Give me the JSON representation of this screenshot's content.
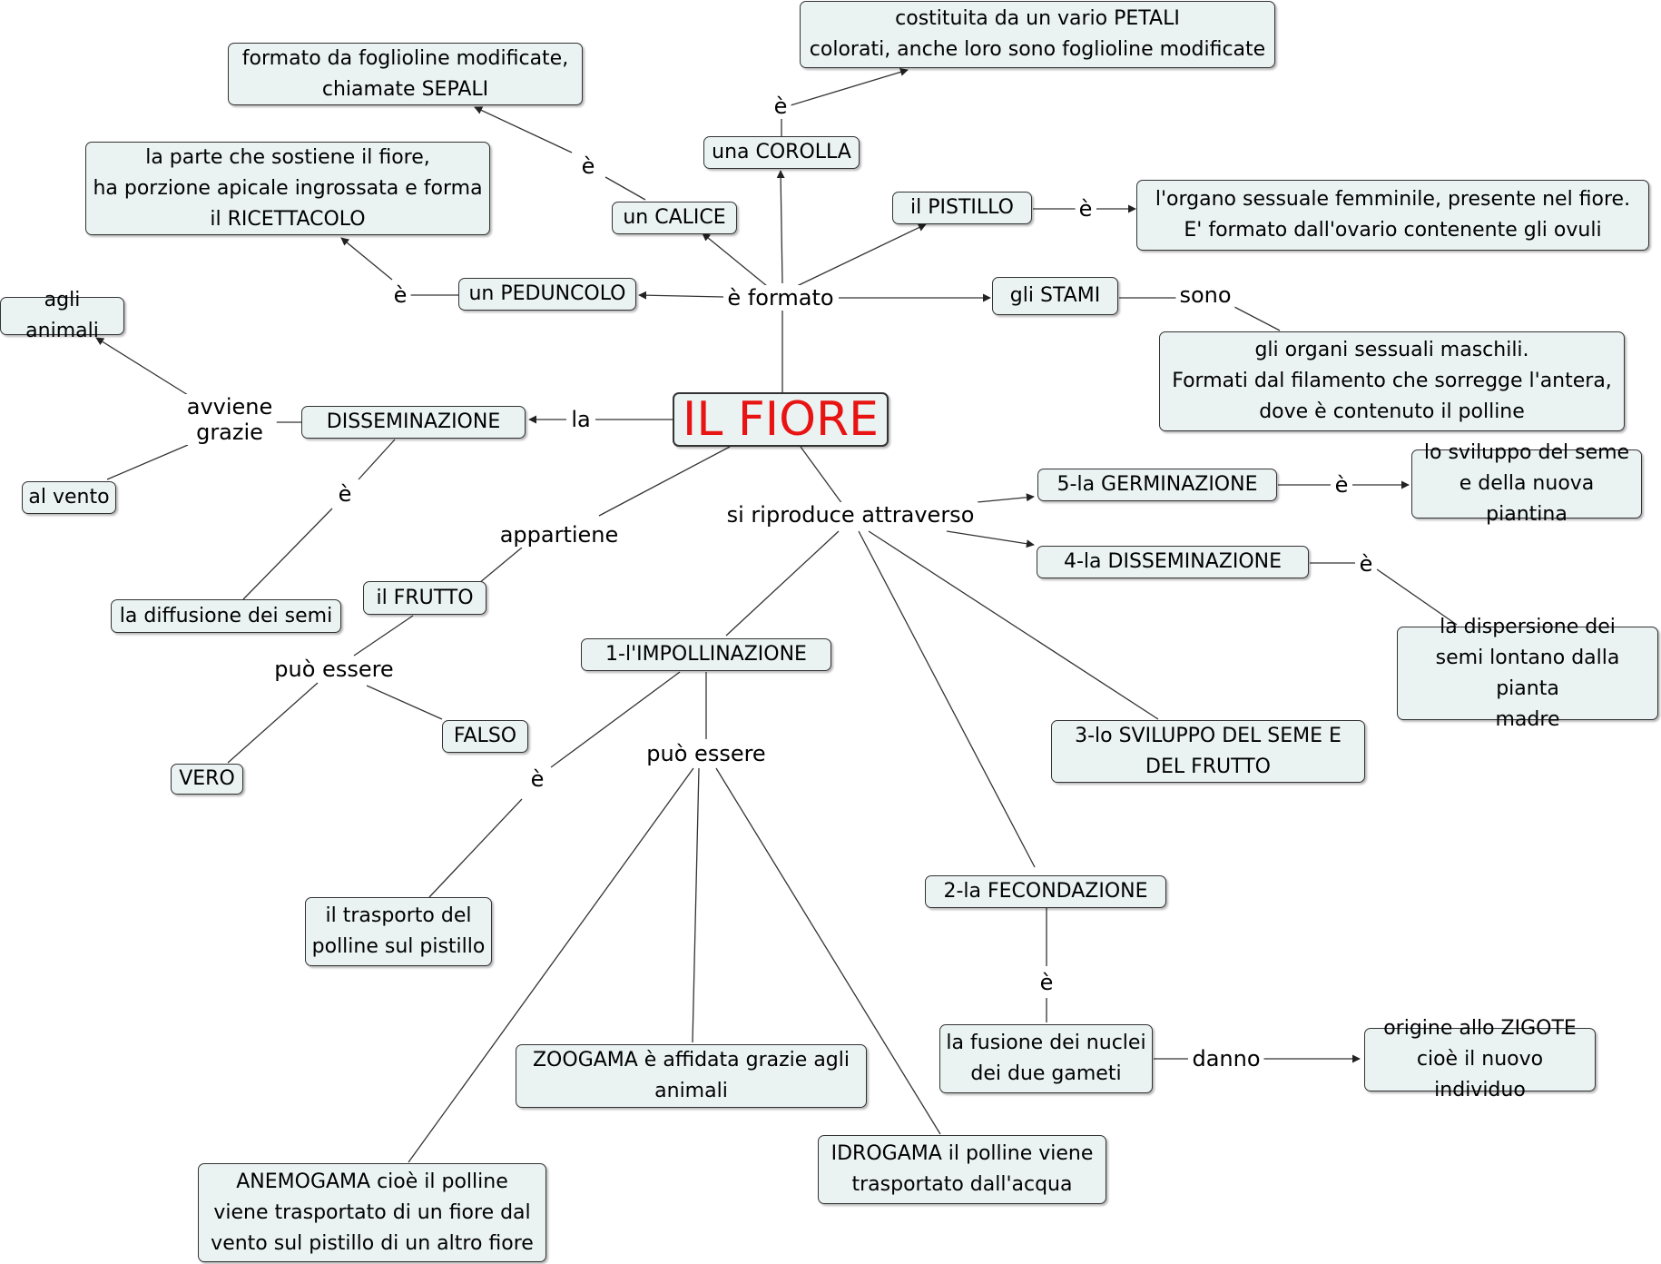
{
  "nodes": {
    "main": "IL FIORE",
    "petali": "costituita da un vario PETALI\ncolorati, anche loro sono foglioline modificate",
    "sepali": "formato da foglioline modificate,\nchiamate SEPALI",
    "corolla": "una COROLLA",
    "ricettacolo": "la parte che sostiene il fiore,\nha porzione apicale ingrossata e forma\nil RICETTACOLO",
    "calice": "un CALICE",
    "pistillo": "il PISTILLO",
    "pistillo_desc": "l'organo sessuale femminile, presente nel fiore.\nE' formato dall'ovario contenente gli ovuli",
    "peduncolo": "un PEDUNCOLO",
    "stami": "gli STAMI",
    "stami_desc": "gli organi sessuali maschili.\nFormati dal filamento che sorregge l'antera,\ndove è contenuto il polline",
    "agli_animali": "agli animali",
    "disseminazione": "DISSEMINAZIONE",
    "al_vento": "al vento",
    "germinazione": "5-la GERMINAZIONE",
    "germinazione_desc": "lo sviluppo del seme\ne della nuova piantina",
    "disseminazione4": "4-la DISSEMINAZIONE",
    "dispersione": "la dispersione dei\nsemi lontano dalla pianta\nmadre",
    "diffusione": "la diffusione dei semi",
    "frutto": "il FRUTTO",
    "impollinazione": "1-l'IMPOLLINAZIONE",
    "falso": "FALSO",
    "vero": "VERO",
    "sviluppo": "3-lo SVILUPPO DEL SEME E\nDEL FRUTTO",
    "fecondazione": "2-la FECONDAZIONE",
    "trasporto": "il trasporto del\npolline sul pistillo",
    "fusione": "la fusione dei nuclei\ndei due gameti",
    "zigote": "origine allo ZIGOTE\ncioè il nuovo individuo",
    "zoogama": "ZOOGAMA è affidata grazie agli\nanimali",
    "idrogama": "IDROGAMA il polline viene\ntrasportato dall'acqua",
    "anemogama": "ANEMOGAMA cioè il polline\nviene trasportato di un fiore dal\nvento sul pistillo di un altro fiore"
  },
  "labels": {
    "e_formato": "è formato",
    "e_corolla": "è",
    "e_calice": "è",
    "e_pistillo": "è",
    "e_peduncolo": "è",
    "sono": "sono",
    "la": "la",
    "avviene_grazie": "avviene\ngrazie",
    "e_disseminazione": "è",
    "appartiene": "appartiene",
    "si_riproduce": "si riproduce attraverso",
    "e_germinazione": "è",
    "e_disseminazione4": "è",
    "puo_essere_frutto": "può essere",
    "puo_essere_impoll": "può essere",
    "e_impoll": "è",
    "e_fecondazione": "è",
    "danno": "danno"
  },
  "colors": {
    "node_fill": "#eaf2f2",
    "main_text": "#e81414",
    "line": "#333333"
  }
}
